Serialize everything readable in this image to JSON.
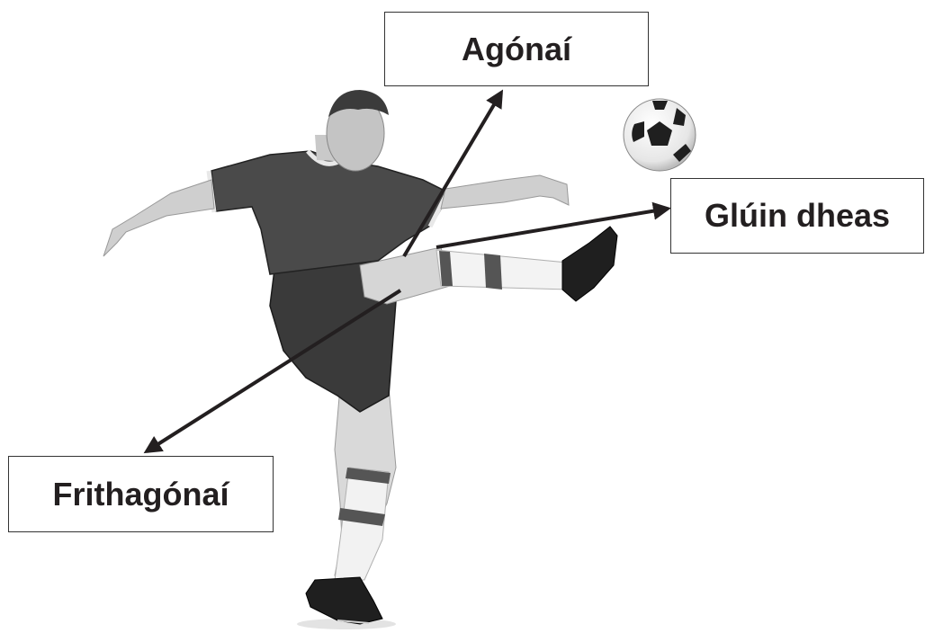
{
  "labels": {
    "agonist": "Agónaí",
    "right_knee": "Glúin dheas",
    "antagonist": "Frithagónaí"
  },
  "colors": {
    "arrow": "#231f20",
    "label_text": "#231f20",
    "box_border": "#333333"
  },
  "illustration": {
    "subject": "footballer-kicking-ball",
    "style": "grayscale-photo"
  }
}
